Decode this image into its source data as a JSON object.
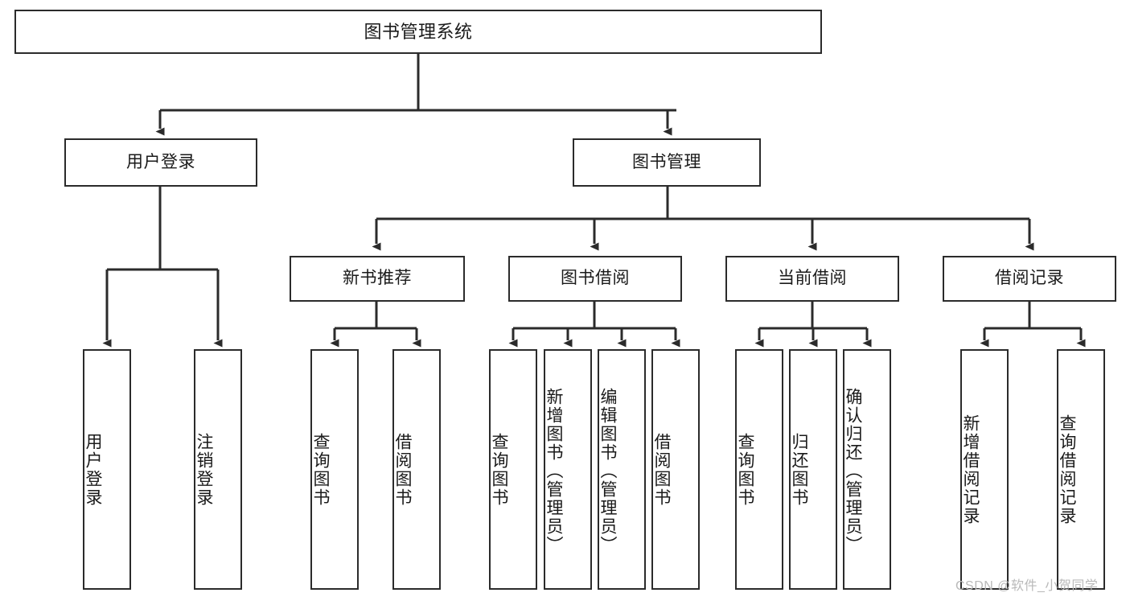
{
  "diagram": {
    "title": "图书管理系统",
    "type": "tree-structure-chart",
    "background_color": "#ffffff",
    "box_border_color": "#2b2b2b",
    "connector_color": "#2b2b2b",
    "text_color": "#1a1a1a"
  },
  "root": {
    "label": "图书管理系统"
  },
  "level2": [
    {
      "label": "用户登录"
    },
    {
      "label": "图书管理"
    }
  ],
  "level3": [
    {
      "label": "新书推荐"
    },
    {
      "label": "图书借阅"
    },
    {
      "label": "当前借阅"
    },
    {
      "label": "借阅记录"
    }
  ],
  "leaves": {
    "user_login": [
      {
        "label": "用户登录"
      },
      {
        "label": "注销登录"
      }
    ],
    "new_book_recommend": [
      {
        "label": "查询图书"
      },
      {
        "label": "借阅图书"
      }
    ],
    "book_borrow": [
      {
        "label": "查询图书"
      },
      {
        "label": "新增图书（管理员）"
      },
      {
        "label": "编辑图书（管理员）"
      },
      {
        "label": "借阅图书"
      }
    ],
    "current_borrow": [
      {
        "label": "查询图书"
      },
      {
        "label": "归还图书"
      },
      {
        "label": "确认归还（管理员）"
      }
    ],
    "borrow_record": [
      {
        "label": "新增借阅记录"
      },
      {
        "label": "查询借阅记录"
      }
    ]
  },
  "watermark": {
    "text": "CSDN @软件_小贺同学"
  }
}
